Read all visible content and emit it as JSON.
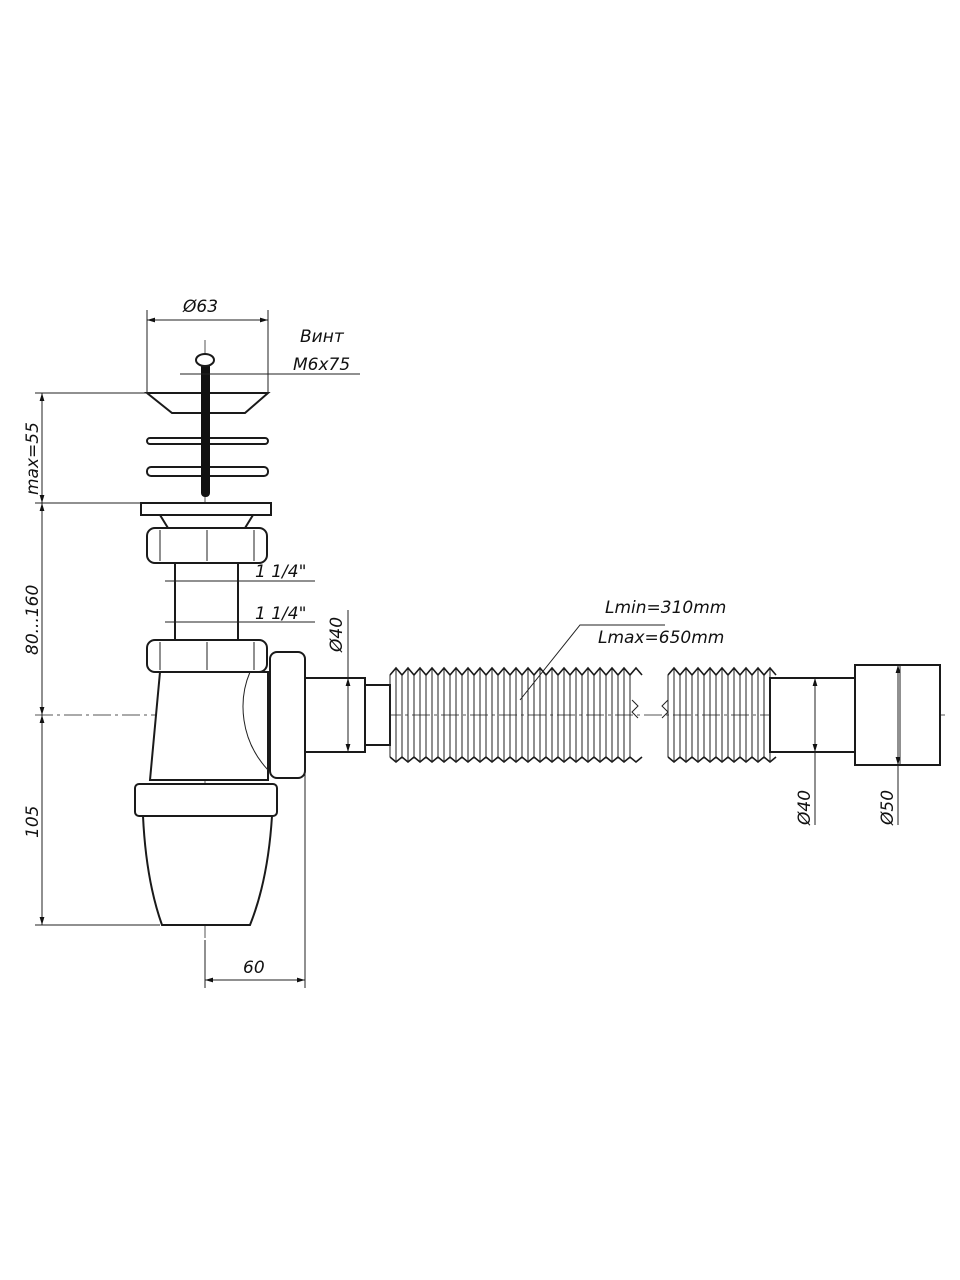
{
  "drawing": {
    "dimensions": {
      "strainer_diameter": "Ø63",
      "screw_label_line1": "Винт",
      "screw_label_line2": "M6x75",
      "max_height": "max=55",
      "adjust_range": "80...160",
      "thread_upper": "1 1/4\"",
      "thread_lower": "1 1/4\"",
      "outlet_diameter": "Ø40",
      "trap_depth": "105",
      "offset": "60",
      "hose_lmin": "Lmin=310mm",
      "hose_lmax": "Lmax=650mm",
      "hose_end_inner": "Ø40",
      "hose_end_outer": "Ø50"
    }
  }
}
